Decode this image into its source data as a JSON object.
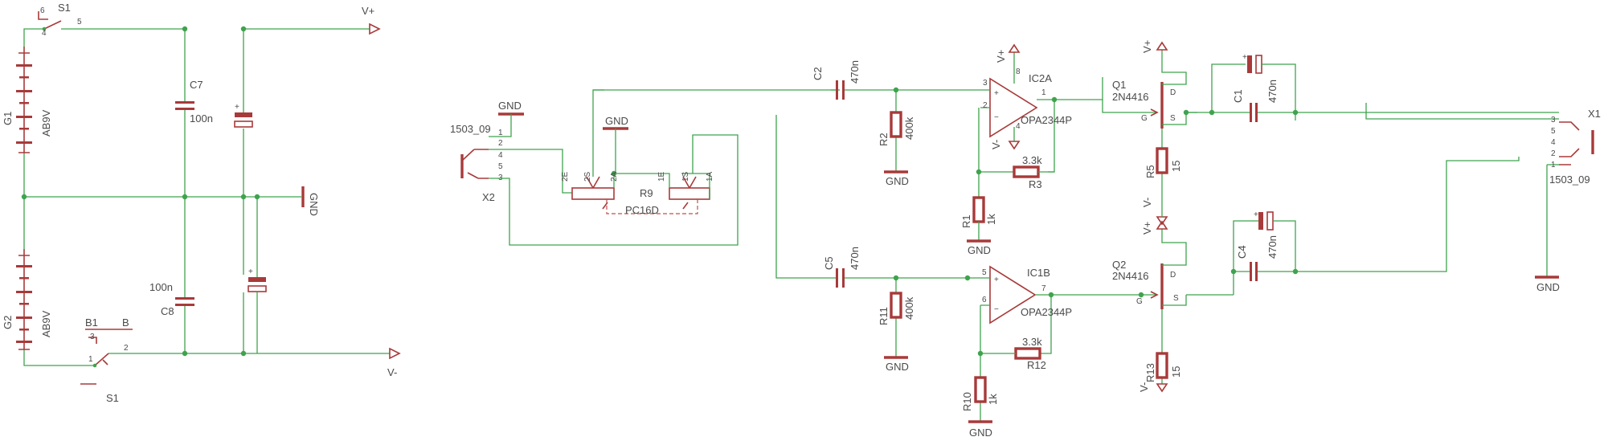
{
  "nets": {
    "vplus": "V+",
    "vminus": "V-",
    "gnd": "GND"
  },
  "power": {
    "s1": "S1",
    "b1": "B1",
    "b": "B",
    "s1_pins": [
      "6",
      "4",
      "5"
    ],
    "s1b_pins": [
      "3",
      "1",
      "2"
    ],
    "g1": "G1",
    "g2": "G2",
    "battery": "AB9V",
    "c7": "C7",
    "c7_value": "100n",
    "c8": "C8",
    "c8_value": "100n"
  },
  "input": {
    "x2": "X2",
    "x2_part": "1503_09",
    "x2_pins": [
      "1",
      "2",
      "4",
      "5",
      "3"
    ],
    "r9": "R9",
    "r9_part": "PC16D",
    "r9_pins": [
      "2E",
      "2S",
      "2A",
      "1E",
      "1S",
      "1A"
    ]
  },
  "top": {
    "c2": "C2",
    "c2_value": "470n",
    "r2": "R2",
    "r2_value": "400k",
    "ic": "IC2A",
    "ic_part": "OPA2344P",
    "ic_pins": [
      "3",
      "2",
      "1",
      "8",
      "4"
    ],
    "r3": "R3",
    "r3_value": "3.3k",
    "r1": "R1",
    "r1_value": "1k",
    "q1": "Q1",
    "q1_part": "2N4416",
    "r5": "R5",
    "r5_value": "15",
    "c1": "C1",
    "c1_value": "470n"
  },
  "bottom": {
    "c5": "C5",
    "c5_value": "470n",
    "r11": "R11",
    "r11_value": "400k",
    "ic": "IC1B",
    "ic_part": "OPA2344P",
    "ic_pins": [
      "5",
      "6",
      "7"
    ],
    "r12": "R12",
    "r12_value": "3.3k",
    "r10": "R10",
    "r10_value": "1k",
    "q2": "Q2",
    "q2_part": "2N4416",
    "r13": "R13",
    "r13_value": "15",
    "c4": "C4",
    "c4_value": "470n"
  },
  "fet": {
    "g": "G",
    "d": "D",
    "s": "S"
  },
  "output": {
    "x1": "X1",
    "x1_part": "1503_09",
    "x1_pins": [
      "3",
      "5",
      "4",
      "2",
      "1"
    ]
  },
  "colors": {
    "wire": "#3fa34d",
    "part": "#a83a3a",
    "text": "#4a4a4a"
  }
}
